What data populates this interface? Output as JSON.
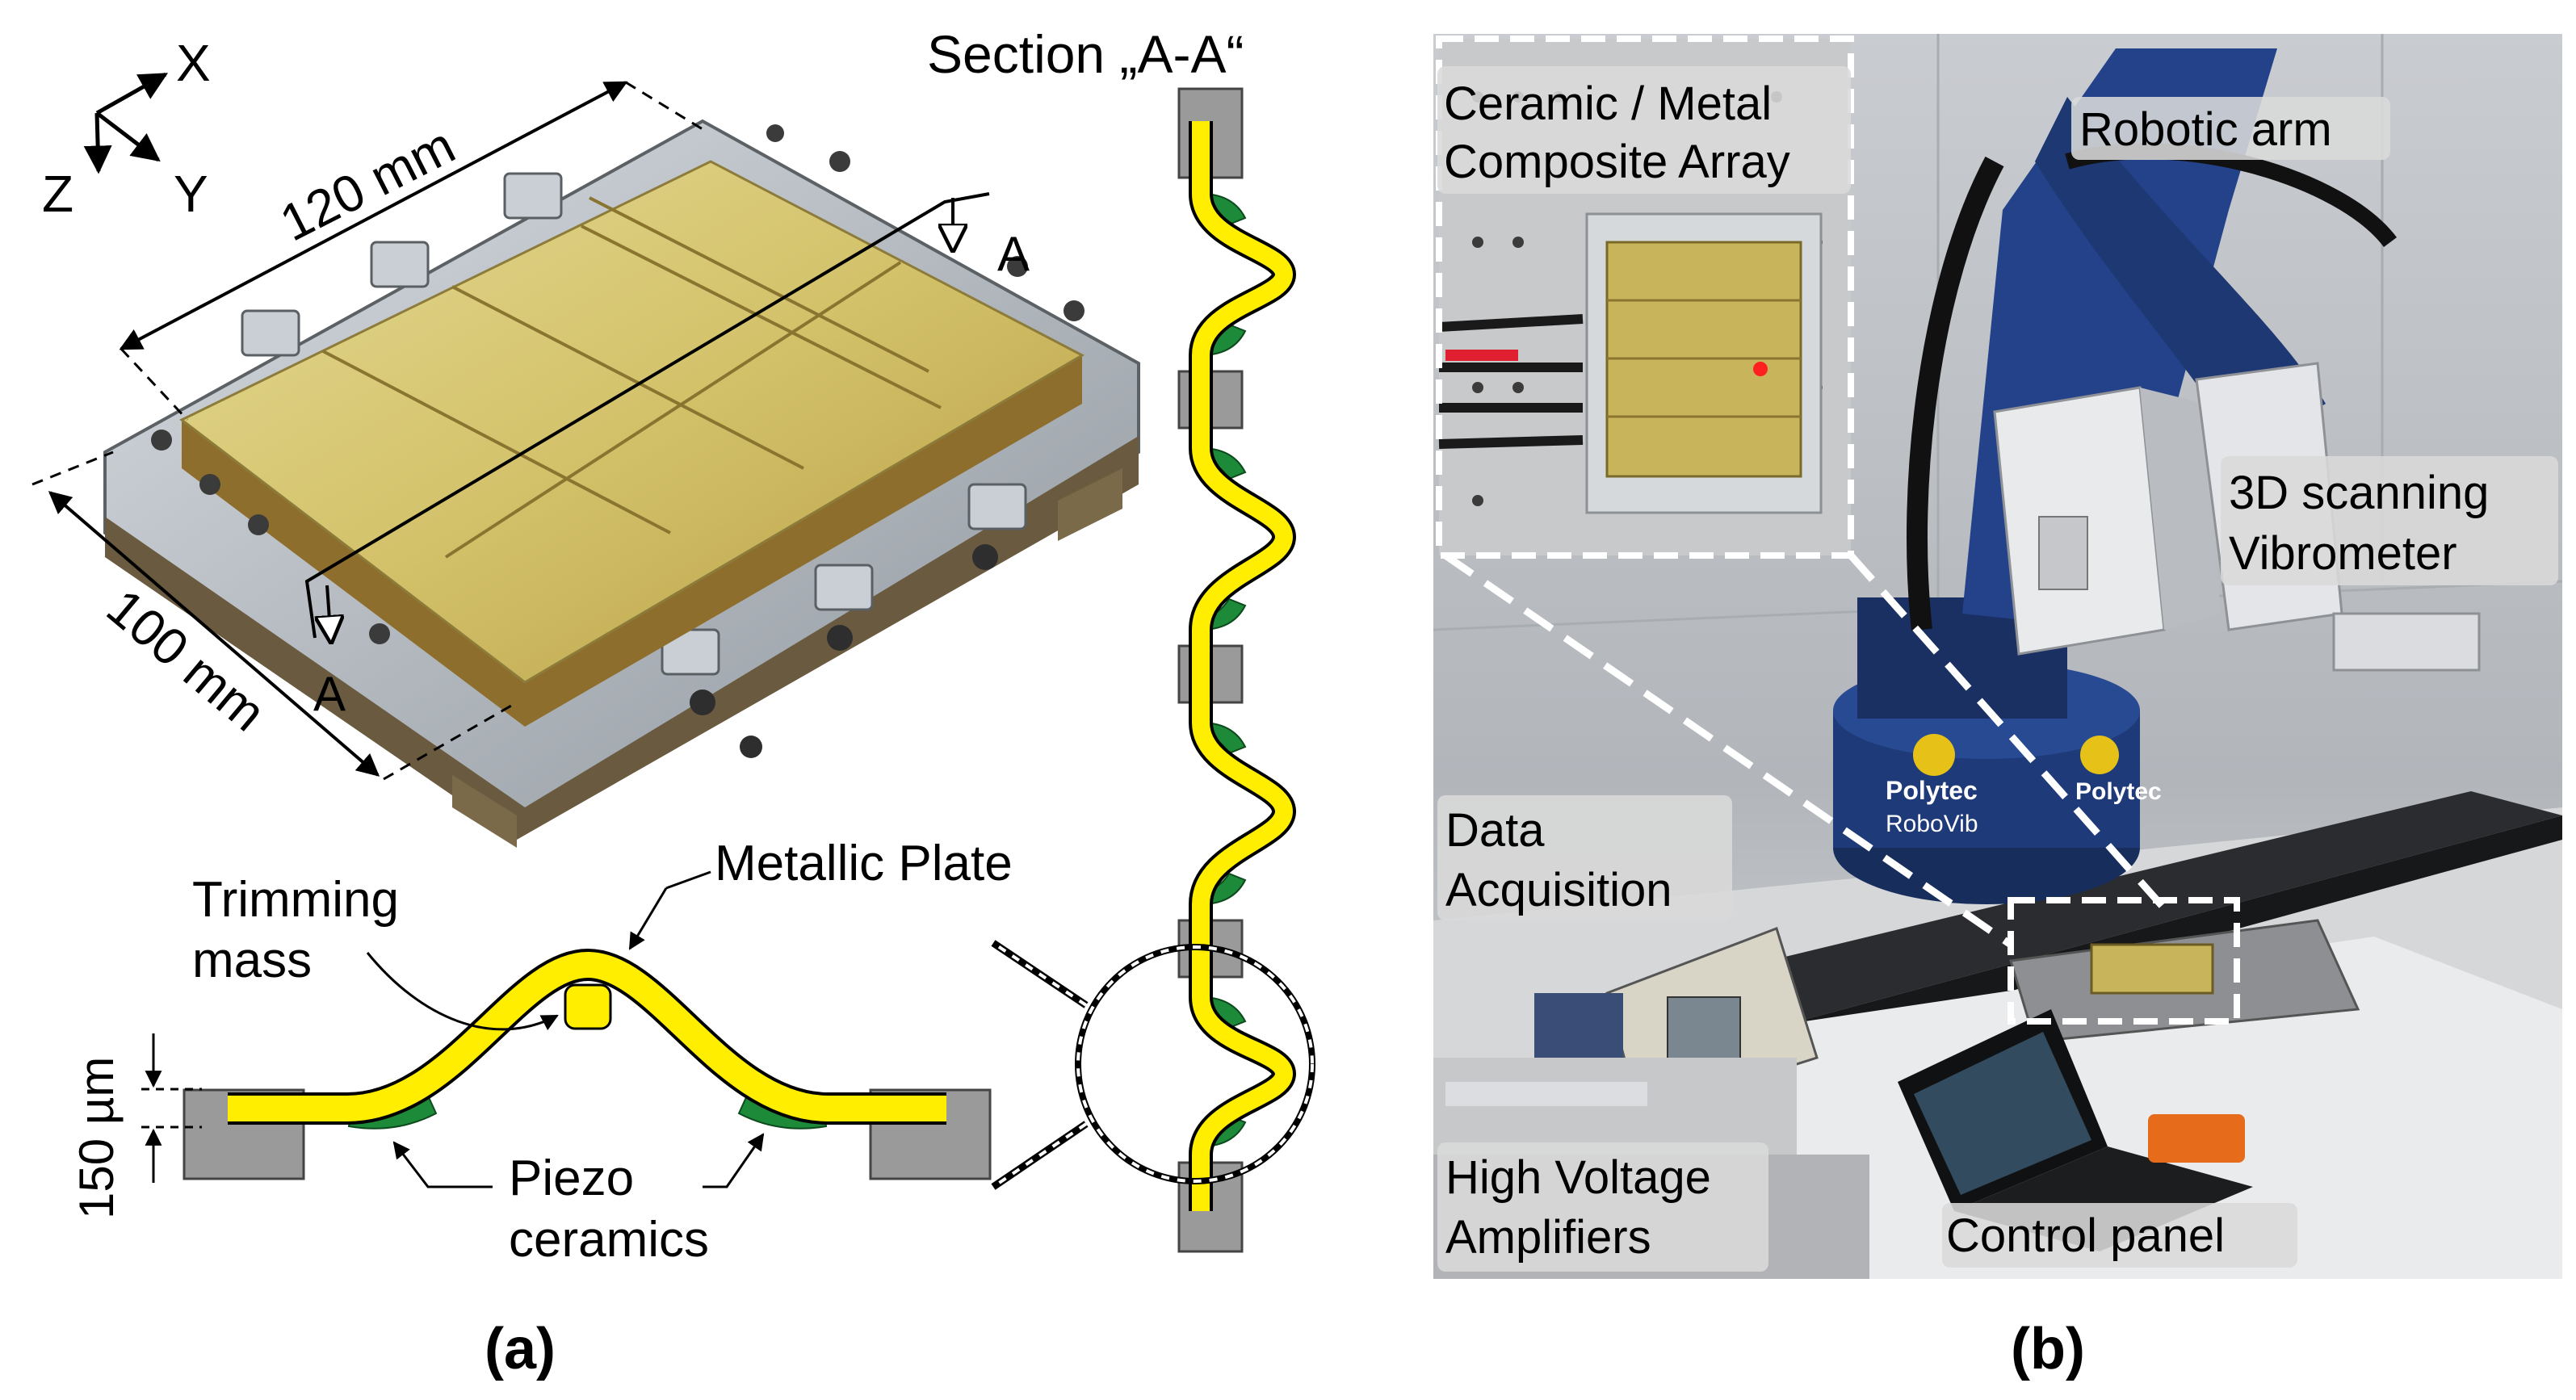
{
  "panel_a": {
    "axes": {
      "x": "X",
      "y": "Y",
      "z": "Z"
    },
    "dimensions": {
      "length": "120 mm",
      "width": "100 mm",
      "thickness": "150 µm"
    },
    "section_marker": "A",
    "section_title": "Section „A-A“",
    "labels": {
      "metallic_plate": "Metallic Plate",
      "trimming_mass_line1": "Trimming",
      "trimming_mass_line2": "mass",
      "piezo_line1": "Piezo",
      "piezo_line2": "ceramics"
    },
    "caption": "(a)"
  },
  "panel_b": {
    "labels": {
      "array_line1": "Ceramic / Metal",
      "array_line2": "Composite Array",
      "robotic_arm": "Robotic arm",
      "vibrometer_line1": "3D scanning",
      "vibrometer_line2": "Vibrometer",
      "daq_line1": "Data",
      "daq_line2": "Acquisition",
      "amp_line1": "High Voltage",
      "amp_line2": "Amplifiers",
      "control_panel": "Control panel",
      "brand": "Polytec",
      "product": "RoboVib"
    },
    "caption": "(b)"
  },
  "colors": {
    "plate_yellow": "#ffee00",
    "piezo_green": "#1d8a3a",
    "clamp_gray": "#9a9a9a",
    "robot_blue": "#1f3a78",
    "brass": "#c8b45a"
  }
}
